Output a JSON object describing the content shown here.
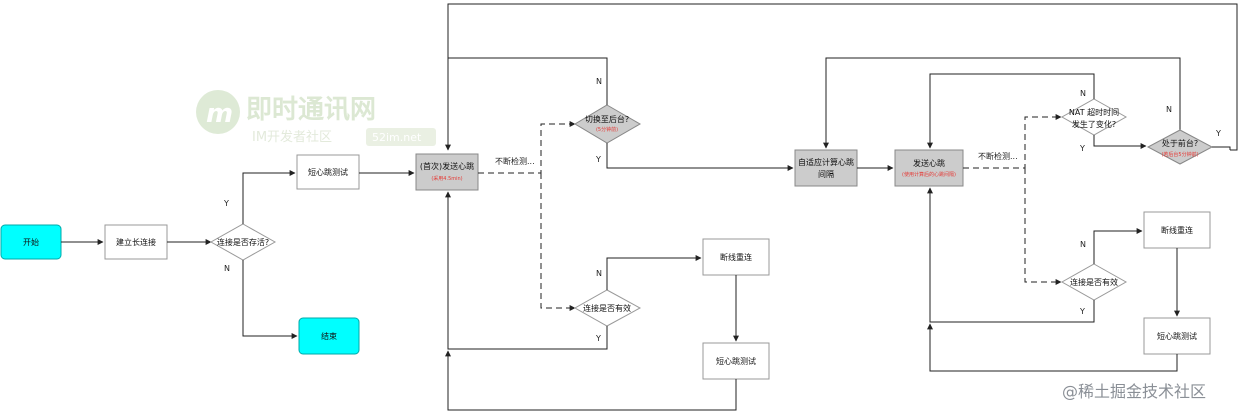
{
  "nodes": {
    "start": "开始",
    "build_conn": "建立长连接",
    "alive_q": "连接是否存活?",
    "short_test_1": "短心跳测试",
    "end": "结束",
    "first_send": "(首次)发送心跳",
    "first_send_sub": "(采用4.5min)",
    "switch_bg_q": "切换至后台?",
    "switch_bg_sub": "(5分钟前)",
    "valid_q_1": "连接是否有效",
    "reconnect_1": "断线重连",
    "short_test_2": "短心跳测试",
    "adaptive": "自适应计算心跳",
    "adaptive_2": "间隔",
    "send_hb": "发送心跳",
    "send_hb_sub": "(使用计算后的心跳间隔)",
    "nat_q_1": "NAT 超时时间",
    "nat_q_2": "发生了变化?",
    "foreground_q": "处于前台?",
    "foreground_sub": "(若后台5分钟前)",
    "valid_q_2": "连接是否有效",
    "reconnect_2": "断线重连",
    "short_test_3": "短心跳测试"
  },
  "edge_labels": {
    "y": "Y",
    "n": "N",
    "keep_check": "不断检测..."
  },
  "watermark": {
    "logo_letter": "m",
    "title": "即时通讯网",
    "sub": "IM开发者社区",
    "badge": "52im.net"
  },
  "footer": "@稀土掘金技术社区",
  "colors": {
    "terminal": "#00ffff",
    "process_gray": "#cccccc",
    "line": "#222222",
    "note_red": "#e53935"
  }
}
